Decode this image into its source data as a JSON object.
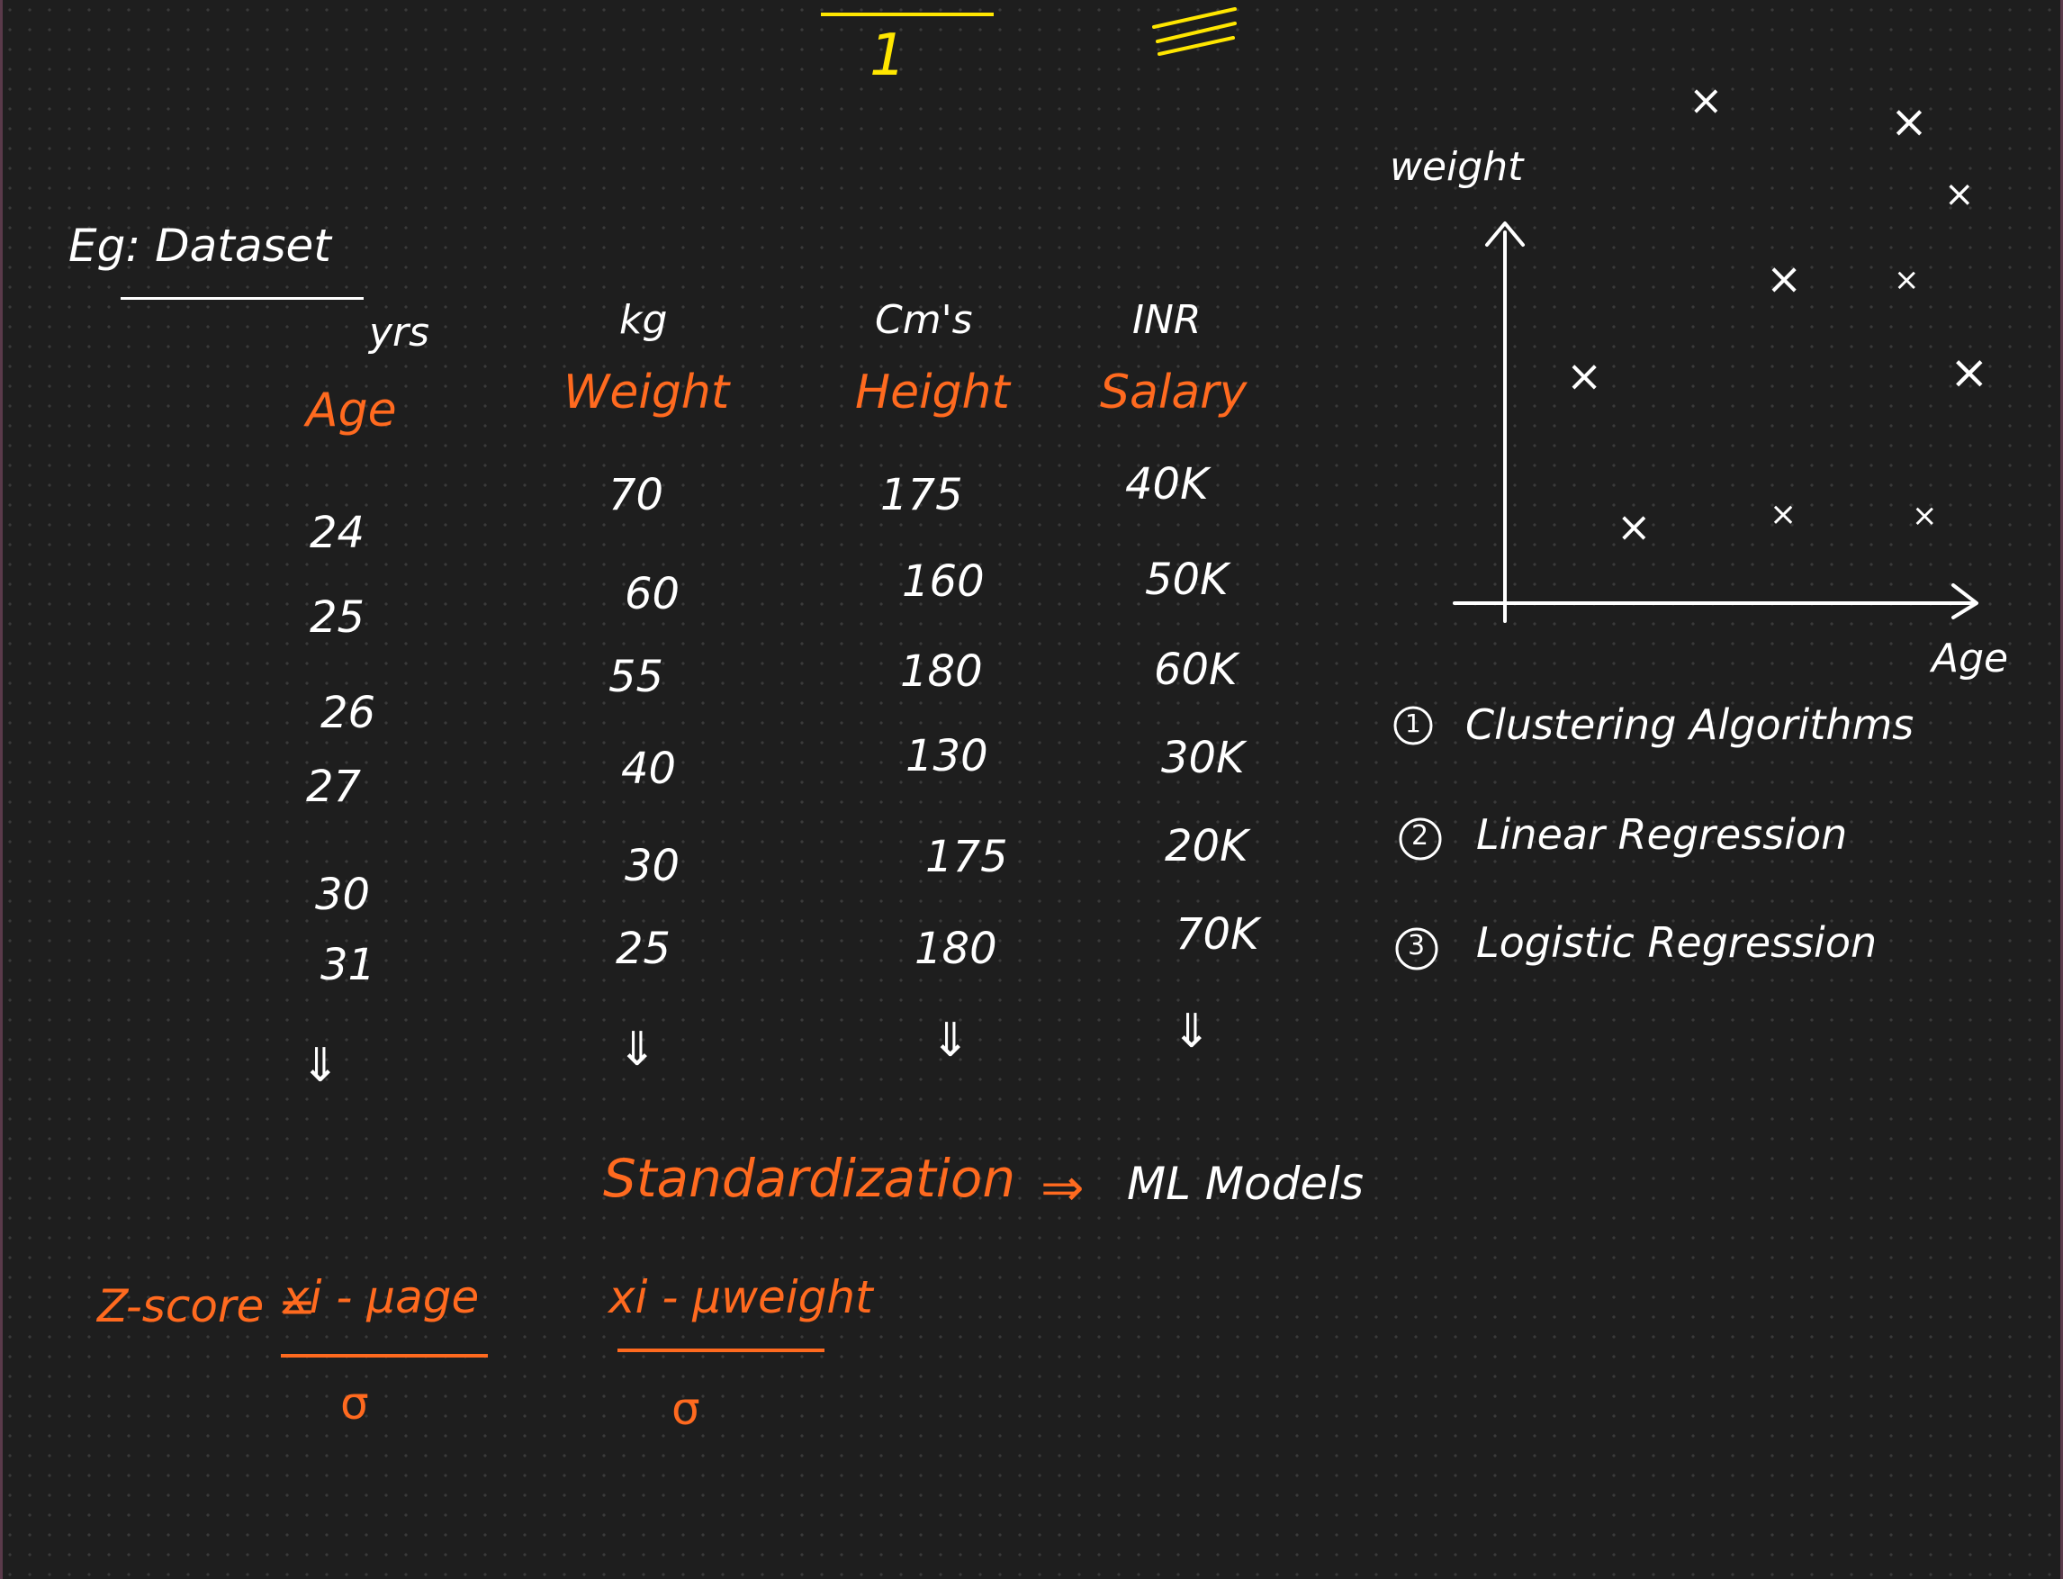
{
  "page_number": "1",
  "dataset_heading": "Eg: Dataset",
  "units": [
    "yrs",
    "kg",
    "Cm's",
    "INR"
  ],
  "headers": [
    "Age",
    "Weight",
    "Height",
    "Salary"
  ],
  "columns": {
    "age": [
      "24",
      "25",
      "26",
      "27",
      "30",
      "31"
    ],
    "weight": [
      "70",
      "60",
      "55",
      "40",
      "30",
      "25"
    ],
    "height": [
      "175",
      "160",
      "180",
      "130",
      "175",
      "180"
    ],
    "salary": [
      "40K",
      "50K",
      "60K",
      "30K",
      "20K",
      "70K"
    ]
  },
  "down_arrow": "⇓",
  "plot": {
    "y_label": "weight",
    "x_label": "Age",
    "mark": "×"
  },
  "methods": [
    {
      "num": "1",
      "label": "Clustering Algorithms"
    },
    {
      "num": "2",
      "label": "Linear Regression"
    },
    {
      "num": "3",
      "label": "Logistic Regression"
    }
  ],
  "standardization": {
    "term": "Standardization",
    "arrow": "⇒",
    "target": "ML Models"
  },
  "formulas": {
    "zscore_label": "Z-score =",
    "age_numerator": "xi - μage",
    "weight_numerator": "xi - μweight",
    "denominator": "σ"
  },
  "colors": {
    "background": "#1e1e1e",
    "ink_white": "#ffffff",
    "ink_orange": "#ff6a1f",
    "ink_yellow": "#ffe600"
  }
}
